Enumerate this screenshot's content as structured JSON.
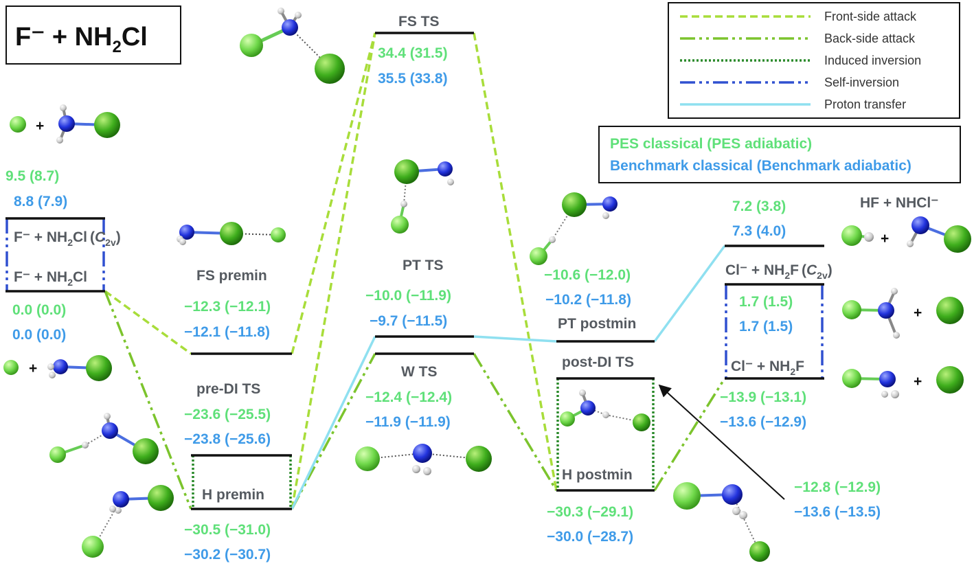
{
  "title": {
    "main": "F⁻ + NH",
    "sub": "2",
    "tail": "Cl"
  },
  "legend": [
    {
      "label": "Front-side attack",
      "color": "#a8dd3a",
      "dash": "11,6"
    },
    {
      "label": "Back-side attack",
      "color": "#7cc42d",
      "dash": "22,6,4,6,4,6"
    },
    {
      "label": "Induced inversion",
      "color": "#2a8a2a",
      "dash": "3,3"
    },
    {
      "label": "Self-inversion",
      "color": "#3050d0",
      "dash": "22,6,4,6,4,6"
    },
    {
      "label": "Proton transfer",
      "color": "#8fe0f0",
      "dash": ""
    }
  ],
  "info_box": {
    "line1": "PES classical (PES adiabatic)",
    "line2": "Benchmark classical (Benchmark adiabatic)"
  },
  "colors": {
    "pes": "#5fe079",
    "benchmark": "#3f9be8",
    "level": "#111111",
    "label": "#555a60"
  },
  "species": {
    "reactants": {
      "pes": "0.0 (0.0)",
      "bench": "0.0 (0.0)"
    },
    "reactants_c2v": {
      "pes": "9.5 (8.7)",
      "bench": "8.8 (7.9)"
    },
    "fs_premin": {
      "name": "FS premin",
      "pes": "−12.3 (−12.1)",
      "bench": "−12.1 (−11.8)"
    },
    "pre_di_ts": {
      "name": "pre-DI TS",
      "pes": "−23.6 (−25.5)",
      "bench": "−23.8 (−25.6)"
    },
    "h_premin": {
      "name": "H premin",
      "pes": "−30.5 (−31.0)",
      "bench": "−30.2 (−30.7)"
    },
    "fs_ts": {
      "name": "FS TS",
      "pes": "34.4 (31.5)",
      "bench": "35.5 (33.8)"
    },
    "pt_ts": {
      "name": "PT TS",
      "pes": "−10.0 (−11.9)",
      "bench": "−9.7 (−11.5)"
    },
    "w_ts": {
      "name": "W TS",
      "pes": "−12.4 (−12.4)",
      "bench": "−11.9 (−11.9)"
    },
    "pt_postmin": {
      "name": "PT postmin",
      "pes": "−10.6 (−12.0)",
      "bench": "−10.2 (−11.8)"
    },
    "post_di_ts": {
      "name": "post-DI TS",
      "pes": "−12.8 (−12.9)",
      "bench": "−13.6 (−13.5)"
    },
    "h_postmin": {
      "name": "H postmin",
      "pes": "−30.3 (−29.1)",
      "bench": "−30.0 (−28.7)"
    },
    "hf_nhcl": {
      "name": "HF + NHCl⁻",
      "pes": "7.2 (3.8)",
      "bench": "7.3 (4.0)"
    },
    "products_c2v": {
      "pes": "1.7 (1.5)",
      "bench": "1.7 (1.5)"
    },
    "products": {
      "pes": "−13.9 (−13.1)",
      "bench": "−13.6 (−12.9)"
    }
  },
  "formula": {
    "f_minus": "F⁻ + NH",
    "cl_minus": "Cl⁻ + NH",
    "two": "2",
    "cl": "Cl",
    "f": "F",
    "c": "C",
    "two_v": "2v",
    "lparen": "(",
    "rparen": ")"
  },
  "plus": "+"
}
